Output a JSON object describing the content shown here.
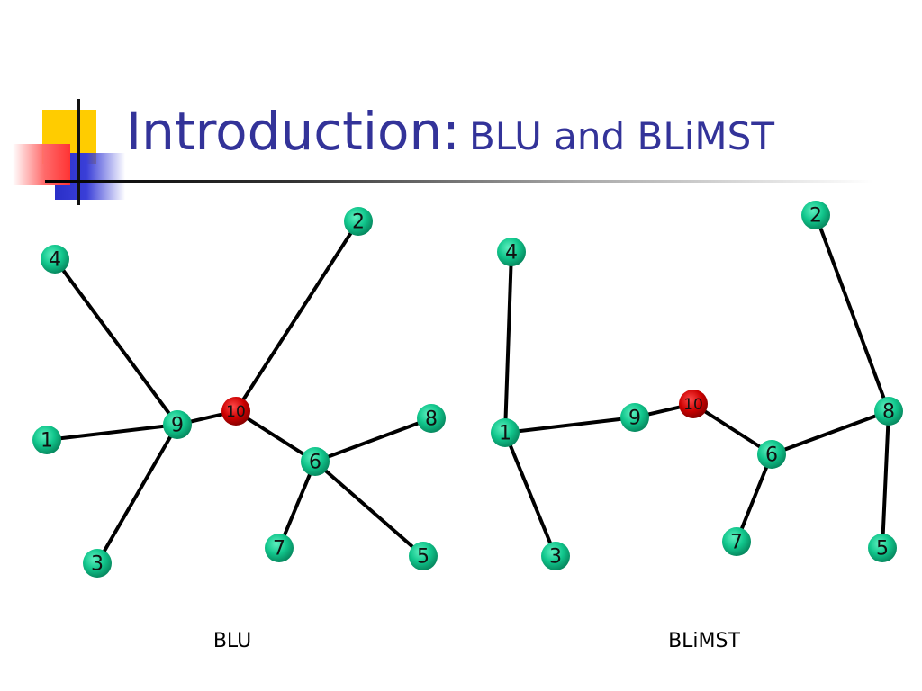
{
  "slide": {
    "title_main": "Introduction:",
    "title_sub": "BLU and BLiMST"
  },
  "colors": {
    "title": "#333399",
    "node": "#11c68c",
    "root_node": "#cc0000",
    "edge": "#000000"
  },
  "graphs": [
    {
      "caption": "BLU",
      "nodes": [
        {
          "id": "1",
          "label": "1"
        },
        {
          "id": "2",
          "label": "2"
        },
        {
          "id": "3",
          "label": "3"
        },
        {
          "id": "4",
          "label": "4"
        },
        {
          "id": "5",
          "label": "5"
        },
        {
          "id": "6",
          "label": "6"
        },
        {
          "id": "7",
          "label": "7"
        },
        {
          "id": "8",
          "label": "8"
        },
        {
          "id": "9",
          "label": "9"
        },
        {
          "id": "10",
          "label": "10",
          "root": true
        }
      ],
      "edges": [
        [
          "4",
          "9"
        ],
        [
          "1",
          "9"
        ],
        [
          "3",
          "9"
        ],
        [
          "9",
          "10"
        ],
        [
          "10",
          "2"
        ],
        [
          "10",
          "6"
        ],
        [
          "6",
          "8"
        ],
        [
          "6",
          "7"
        ],
        [
          "6",
          "5"
        ]
      ]
    },
    {
      "caption": "BLiMST",
      "nodes": [
        {
          "id": "1",
          "label": "1"
        },
        {
          "id": "2",
          "label": "2"
        },
        {
          "id": "3",
          "label": "3"
        },
        {
          "id": "4",
          "label": "4"
        },
        {
          "id": "5",
          "label": "5"
        },
        {
          "id": "6",
          "label": "6"
        },
        {
          "id": "7",
          "label": "7"
        },
        {
          "id": "8",
          "label": "8"
        },
        {
          "id": "9",
          "label": "9"
        },
        {
          "id": "10",
          "label": "10",
          "root": true
        }
      ],
      "edges": [
        [
          "4",
          "1"
        ],
        [
          "1",
          "3"
        ],
        [
          "1",
          "9"
        ],
        [
          "9",
          "10"
        ],
        [
          "10",
          "6"
        ],
        [
          "6",
          "7"
        ],
        [
          "6",
          "8"
        ],
        [
          "8",
          "2"
        ],
        [
          "8",
          "5"
        ]
      ]
    }
  ]
}
